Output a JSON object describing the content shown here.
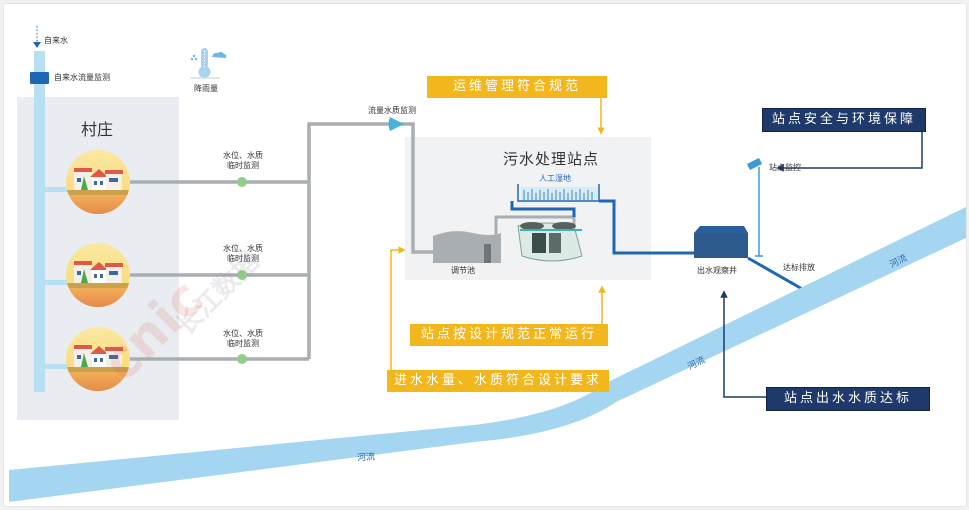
{
  "title": "污水处理站点运维示意图",
  "colors": {
    "tap_water": "#b9dff5",
    "pipe_gray": "#a9aeb3",
    "treated_pipe": "#1e67b5",
    "monitor_dot": "#8fcf86",
    "flow_marker": "#48b5d8",
    "requirement_box": "#f2b71d",
    "outcome_box": "#1d3a6b",
    "river": "#a5d6f1",
    "village_bg": "#e9edf1",
    "station_bg": "#f1f2f3"
  },
  "tap_water": {
    "label": "自来水",
    "meter_label": "自来水流量监测"
  },
  "rainfall": {
    "label": "降雨量",
    "icon": "thermometer-rain-icon"
  },
  "village": {
    "title": "村庄",
    "houses": [
      {
        "icon": "village-house-icon",
        "monitor_label_line1": "水位、水质",
        "monitor_label_line2": "临时监测"
      },
      {
        "icon": "village-house-icon",
        "monitor_label_line1": "水位、水质",
        "monitor_label_line2": "临时监测"
      },
      {
        "icon": "village-house-icon",
        "monitor_label_line1": "水位、水质",
        "monitor_label_line2": "临时监测"
      }
    ]
  },
  "flow_monitor": {
    "label": "流量水质监测"
  },
  "station": {
    "title": "污水处理站点",
    "wetland_label": "人工湿地",
    "tank_label": "调节池"
  },
  "outlet": {
    "well_label": "出水观察井",
    "discharge_label": "达标排放",
    "camera_label": "站点监控"
  },
  "requirements": {
    "operations": "运维管理符合规范",
    "normal_operation": "站点按设计规范正常运行",
    "inflow": "进水水量、水质符合设计要求"
  },
  "outcomes": {
    "safety": "站点安全与环境保障",
    "effluent": "站点出水水质达标"
  },
  "river_labels": [
    "河流",
    "河流",
    "河流"
  ],
  "watermark": "长江数据"
}
